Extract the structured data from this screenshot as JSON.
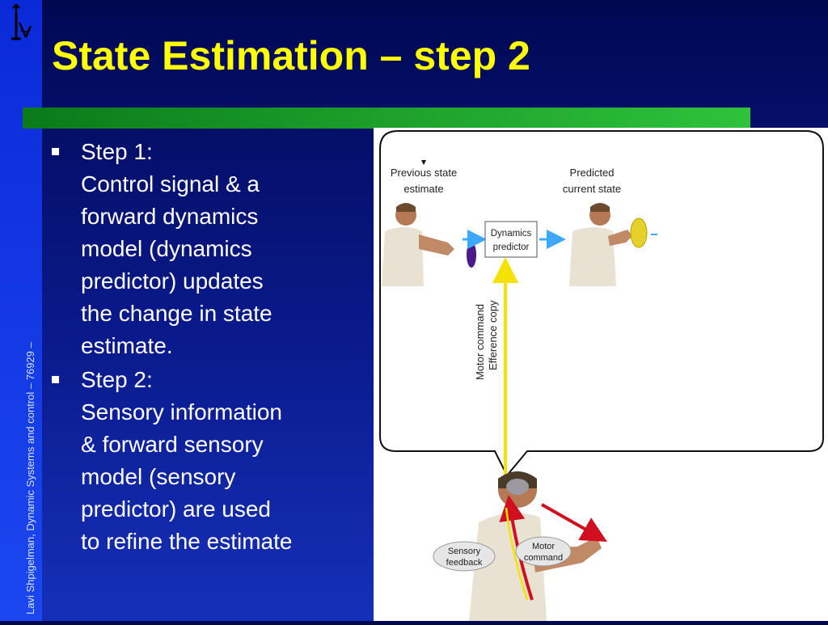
{
  "slide": {
    "title": "State Estimation – step 2",
    "side_text": "Lavi Shpigelman, Dynamic Systems and control  – 76929 –",
    "logo_icon": "logo-icon"
  },
  "bullets": [
    {
      "heading": "Step 1:",
      "lines": [
        "Control signal & a",
        "forward dynamics",
        "model (dynamics",
        "predictor) updates",
        "the change in state",
        "estimate."
      ]
    },
    {
      "heading": "Step 2:",
      "lines": [
        "Sensory information",
        "& forward sensory",
        "model (sensory",
        "predictor) are used",
        "to refine the estimate"
      ]
    }
  ],
  "diagram": {
    "previous_state": [
      "Previous state",
      "estimate"
    ],
    "predicted_state": [
      "Predicted",
      "current state"
    ],
    "dynamics_box": [
      "Dynamics",
      "predictor"
    ],
    "vertical_label": [
      "Motor command",
      "Efference copy"
    ],
    "sensory_feedback": [
      "Sensory",
      "feedback"
    ],
    "motor_command": [
      "Motor",
      "command"
    ]
  },
  "colors": {
    "title": "#ffff00",
    "background": "#000852",
    "sidebar": "#0a2ad8",
    "green_bar": "#1da02c",
    "efference_arrow": "#f5e200",
    "dynamics_arrow": "#3ea8ff"
  }
}
